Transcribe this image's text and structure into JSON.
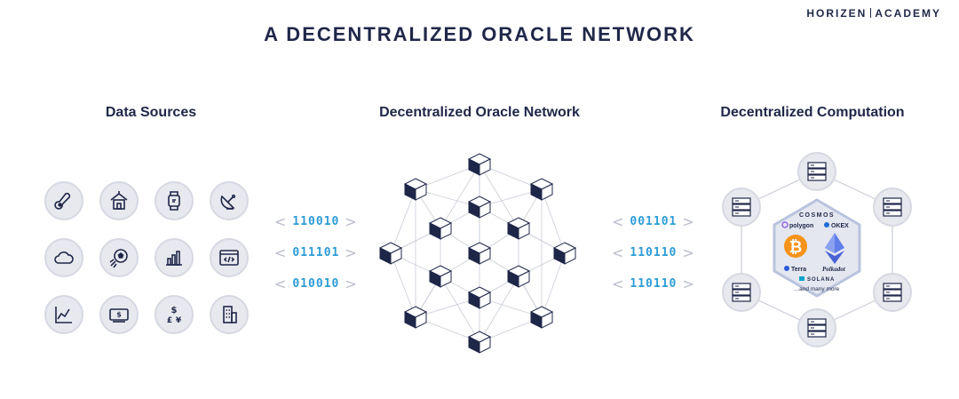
{
  "brand": {
    "name_left": "HORIZEN",
    "name_right": "ACADEMY"
  },
  "title": "A DECENTRALIZED ORACLE NETWORK",
  "sections": {
    "data_sources": "Data Sources",
    "oracle_network": "Decentralized Oracle Network",
    "computation": "Decentralized Computation"
  },
  "data_source_icons": [
    "thermometer-icon",
    "house-icon",
    "smartwatch-icon",
    "satellite-dish-icon",
    "cloud-icon",
    "soccer-ball-icon",
    "bar-chart-icon",
    "code-window-icon",
    "line-chart-icon",
    "banknote-icon",
    "currency-icon",
    "building-icon"
  ],
  "left_codes": [
    "110010",
    "011101",
    "010010"
  ],
  "right_codes": [
    "001101",
    "110110",
    "110110"
  ],
  "blockchains": {
    "cosmos": "COSMOS",
    "polygon": "polygon",
    "okex": "OKEX",
    "terra": "Terra",
    "polkadot": "Polkadot",
    "solana": "SOLANA",
    "more": "...and many more"
  },
  "colors": {
    "navy": "#1f2748",
    "accent_blue": "#2c9cd8",
    "bitcoin": "#f7931a",
    "ethereum": "#627eea"
  }
}
